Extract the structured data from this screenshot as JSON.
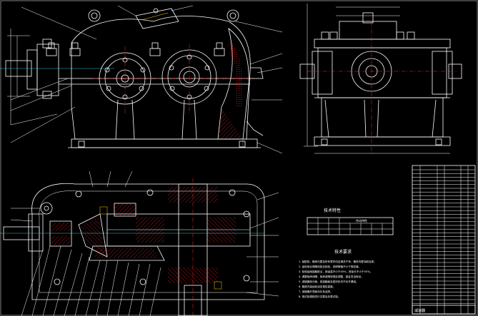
{
  "drawing": {
    "tech_table_title": "技术特性",
    "tech_table_header": "传动特性",
    "notes_title": "技术要求",
    "notes": [
      "1. 装配前，箱体内壁及所有零件均应清洗干净，箱体内壁涂耐油漆。",
      "2. 齿轮啮合侧隙用铅丝检验，其侧隙值不小于规定值。",
      "3. 检验齿面接触斑点，按齿高不小于40%，按齿长不小于50%。",
      "4. 调整轴承间隙，轴承游隙按规定调整，保证灵活转动。",
      "5. 减速器剖分面、各接触面及密封处均不允许漏油。",
      "6. 箱座内装齿轮油至规定高度。",
      "7. 减速器外表面涂灰色油漆。",
      "8. 按试验规程进行空载及负载试验。"
    ],
    "title_block_label": "减速器"
  }
}
